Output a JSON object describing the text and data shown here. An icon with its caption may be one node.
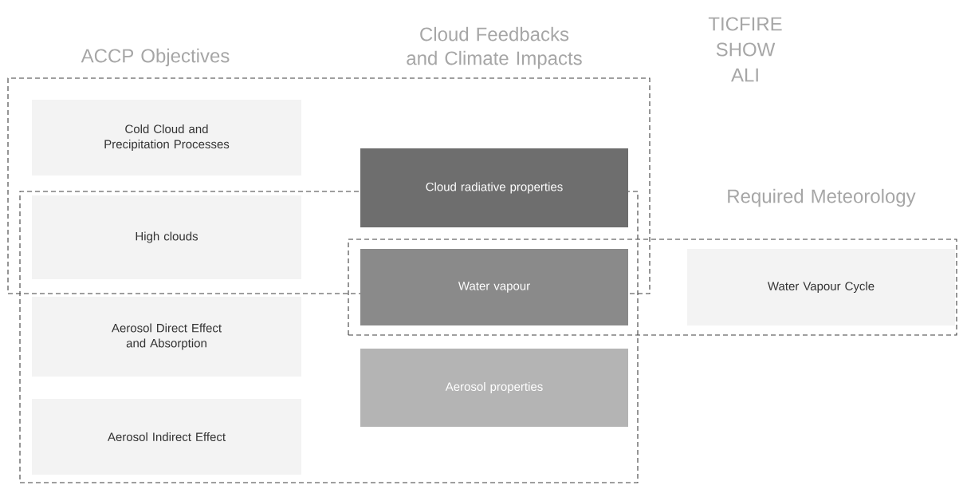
{
  "diagram": {
    "nodes": [
      {
        "text": [],
        "shape": "box"
      },
      {
        "text": [],
        "shape": "box"
      },
      {
        "text": [],
        "shape": "box"
      },
      {
        "text": [
          "Cold Cloud and Precipitation Processes"
        ],
        "in": 0
      },
      {
        "text": [
          "Cloud radiative properties"
        ],
        "in": 0
      },
      {
        "text": [
          "High clouds"
        ]
      },
      {
        "text": [
          "Water vapour"
        ]
      },
      {
        "text": [
          "Water Vapour Cycle"
        ],
        "in": 2
      },
      {
        "text": [
          "Aerosol Direct Effect and Absorption"
        ],
        "in": 1
      },
      {
        "text": [
          "Aerosol properties"
        ],
        "in": 1
      },
      {
        "text": [
          "Aerosol Indirect Effect"
        ],
        "in": 1
      }
    ],
    "edges": [],
    "labels": [
      "ACCP Objectives",
      "Cloud Feedbacks and Climate Impacts",
      "TICFIRE",
      "SHOW",
      "ALI",
      "Required Meteorology"
    ]
  }
}
